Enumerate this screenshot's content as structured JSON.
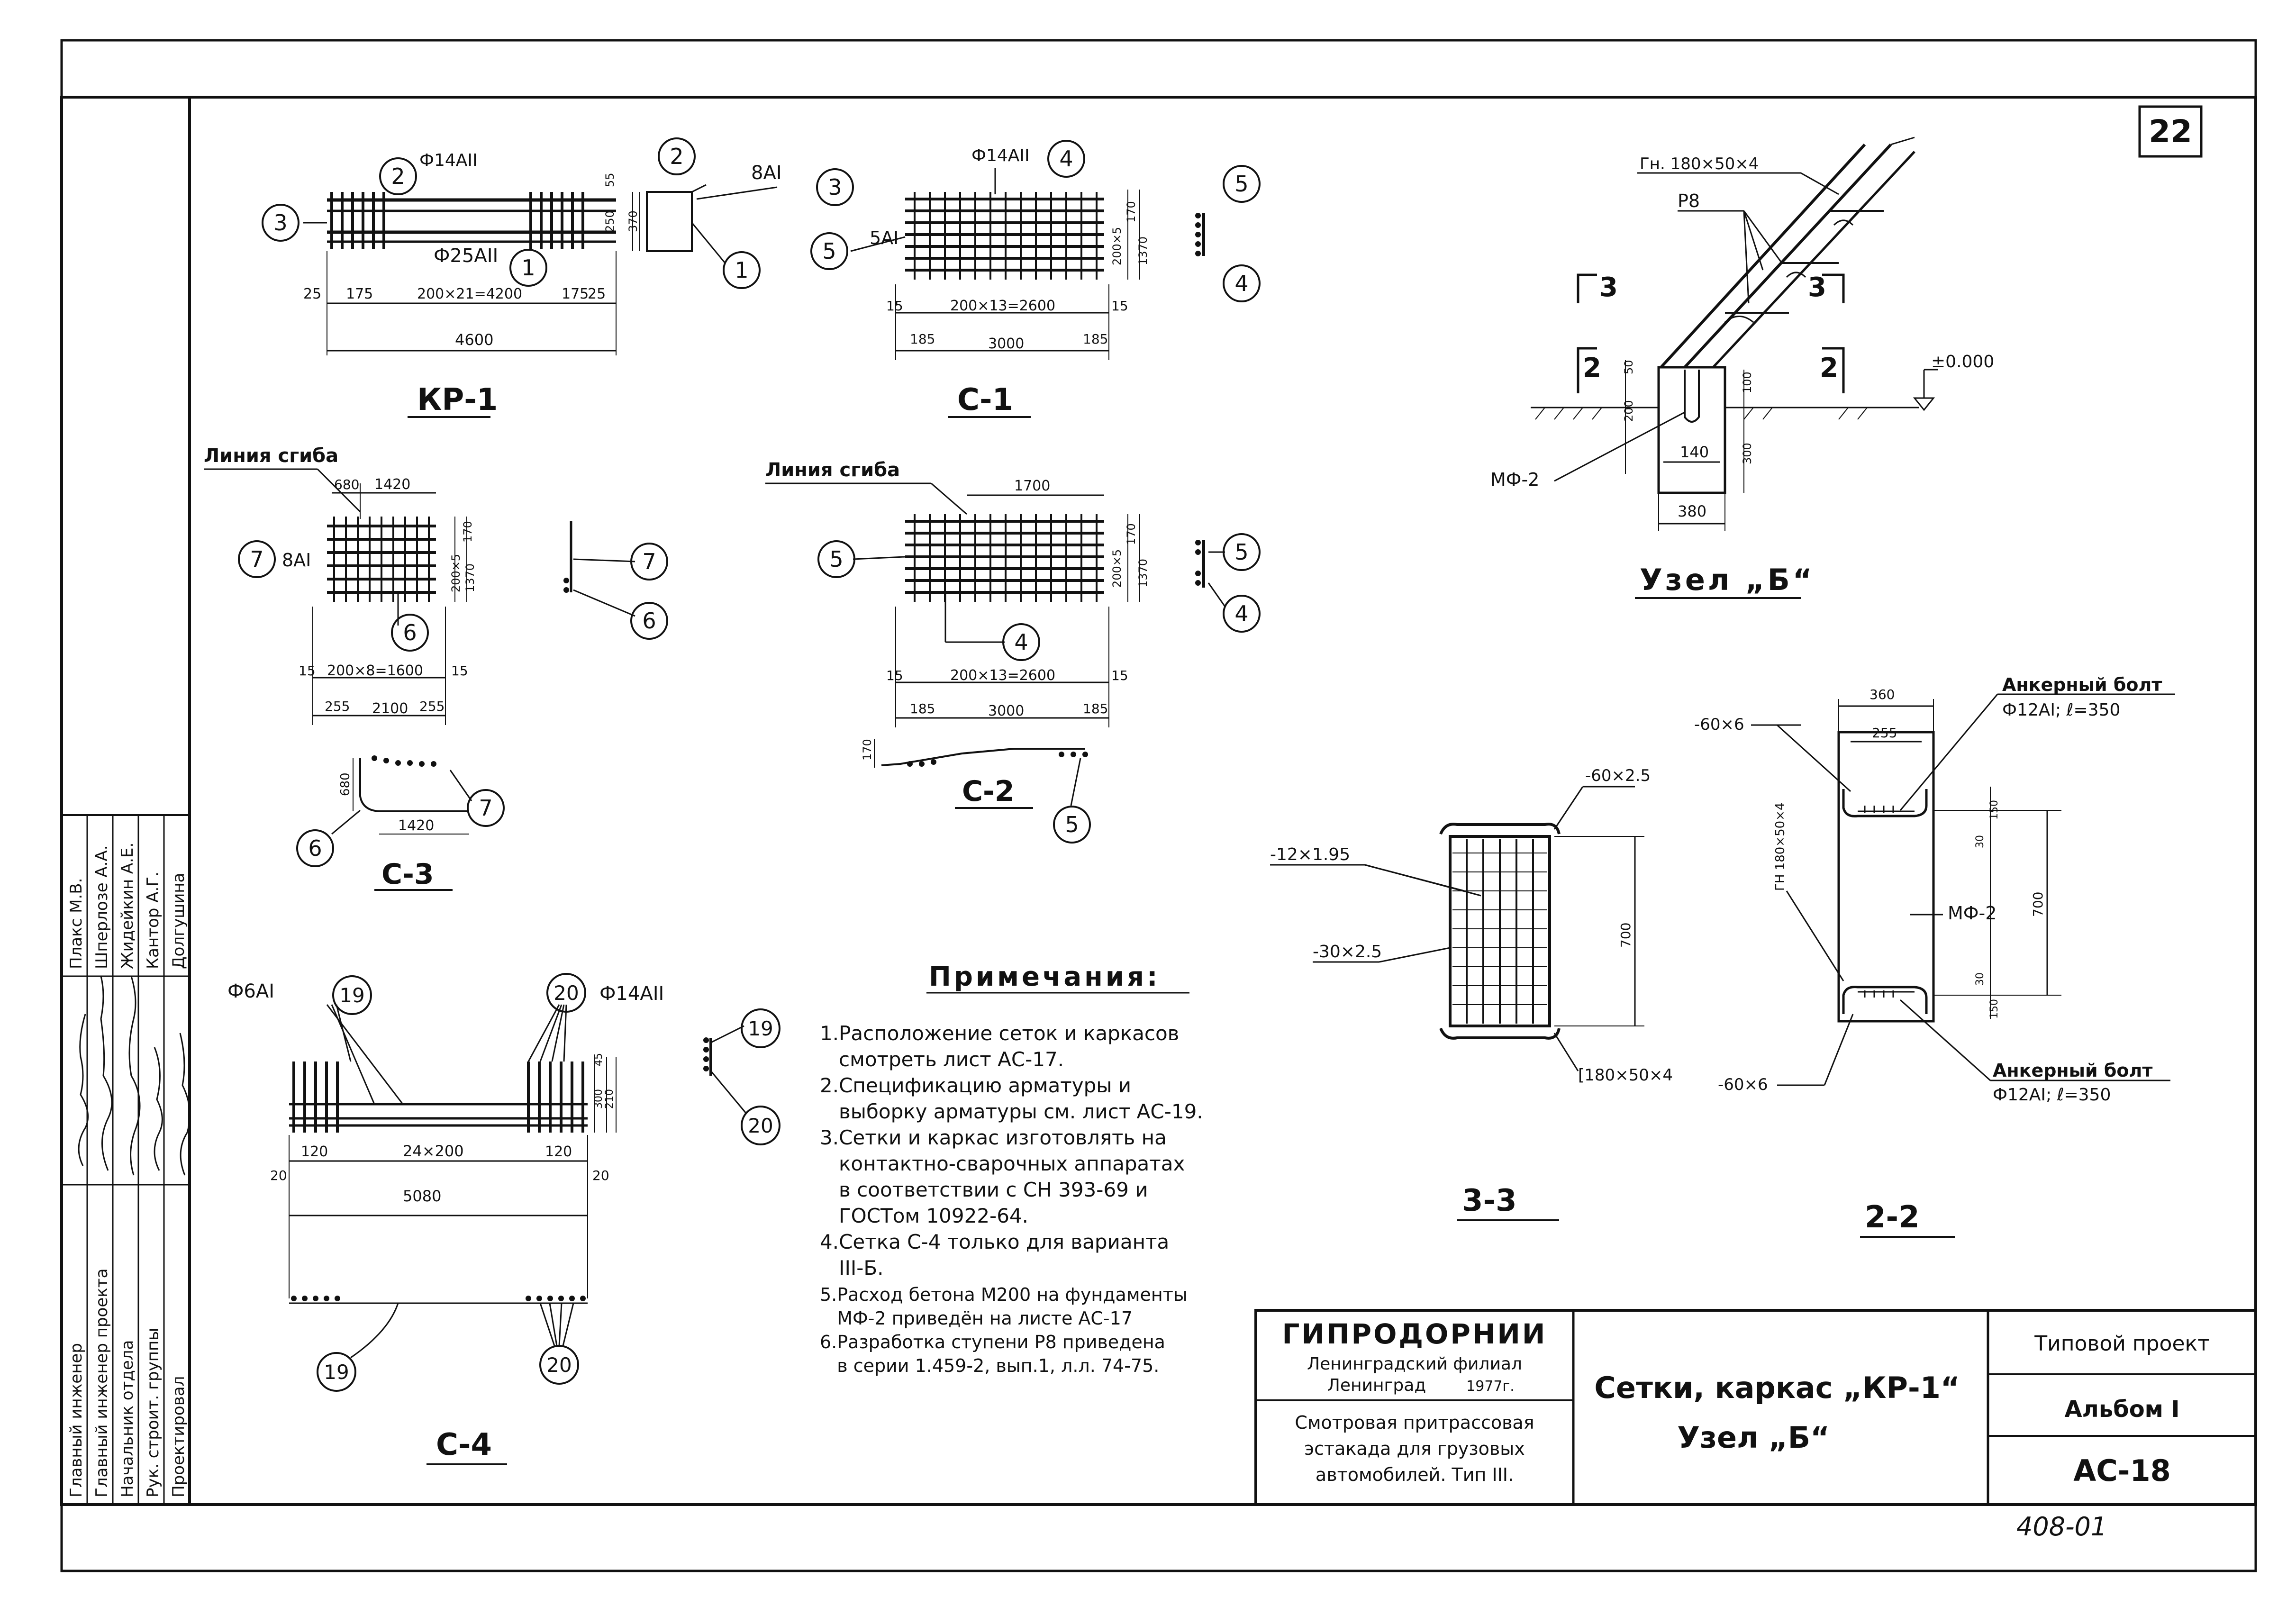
{
  "sheet": {
    "sheet_number": "22",
    "archive_code": "408-01"
  },
  "sign_block": {
    "roles": [
      "Главный инженер",
      "Главный инженер проекта",
      "Начальник отдела",
      "Рук. строит. группы",
      "Проектировал"
    ],
    "names": [
      "Плакс М.В.",
      "Шперлозе А.А.",
      "Жидейкин А.Е.",
      "Кантор А.Г.",
      "Долгушина"
    ]
  },
  "views": {
    "kp1": {
      "title": "КР-1",
      "bar_top": "Ф14АII",
      "bar_bottom": "Ф25АII",
      "stirrup": "8АI",
      "dim_spacing": "200×21=4200",
      "dim_175": "175",
      "dim_25": "25",
      "dim_total": "4600",
      "dim_55": "55",
      "dim_250": "250",
      "dim_370": "370",
      "marks": [
        "1",
        "2",
        "3"
      ]
    },
    "c1": {
      "title": "С-1",
      "bar_top": "Ф14АII",
      "bar_left": "5АI",
      "dim_spacing": "200×13=2600",
      "dim_15": "15",
      "dim_185": "185",
      "dim_total": "3000",
      "dim_v1": "200×5",
      "dim_v2": "170",
      "dim_v3": "1370",
      "marks": [
        "4",
        "5"
      ]
    },
    "c3": {
      "title": "С-3",
      "bend_line": "Линия сгиба",
      "bar": "8АI",
      "dim_680": "680",
      "dim_1420": "1420",
      "dim_spacing": "200×8=1600",
      "dim_15": "15",
      "dim_255": "255",
      "dim_total": "2100",
      "dim_v1": "200×5",
      "dim_v2": "170",
      "dim_v3": "1370",
      "marks": [
        "6",
        "7"
      ]
    },
    "c2": {
      "title": "С-2",
      "bend_line": "Линия сгиба",
      "dim_1700": "1700",
      "dim_spacing": "200×13=2600",
      "dim_15": "15",
      "dim_185": "185",
      "dim_total": "3000",
      "dim_v1": "200×5",
      "dim_v2": "170",
      "dim_v3": "1370",
      "dim_170": "170",
      "marks": [
        "4",
        "5"
      ]
    },
    "c4": {
      "title": "С-4",
      "bar_left": "Ф6АI",
      "bar_right": "Ф14АII",
      "dim_120": "120",
      "dim_spacing": "24×200",
      "dim_20": "20",
      "dim_total": "5080",
      "dim_v1": "300",
      "dim_v2": "210",
      "dim_v3": "45",
      "marks": [
        "19",
        "20"
      ]
    },
    "node_b": {
      "title": "Узел „Б“",
      "channel": "Гн. 180×50×4",
      "step": "Р8",
      "level": "±0.000",
      "foundation": "МФ-2",
      "dim_50": "50",
      "dim_200": "200",
      "dim_100": "100",
      "dim_300": "300",
      "dim_140": "140",
      "dim_380": "380",
      "cut3": "3",
      "cut2": "2"
    },
    "s33": {
      "title": "3-3",
      "plate_top": "-60×2.5",
      "strip": "-12×1.95",
      "plate_side": "-30×2.5",
      "channel": "[180×50×4",
      "dim_700": "700"
    },
    "s22": {
      "title": "2-2",
      "plate": "-60×6",
      "anchor_label": "Анкерный болт",
      "anchor_spec": "Ф12АI; ℓ=350",
      "foundation": "МФ-2",
      "channel": "ГН 180×50×4",
      "dim_360": "360",
      "dim_255": "255",
      "dim_150": "150",
      "dim_30": "30",
      "dim_700": "700"
    }
  },
  "notes": {
    "heading": "Примечания:",
    "lines": [
      "1.Расположение сеток и каркасов",
      "   смотреть лист АС-17.",
      "2.Спецификацию арматуры и",
      "   выборку арматуры см. лист АС-19.",
      "3.Сетки и каркас изготовлять на",
      "   контактно-сварочных аппаратах",
      "   в соответствии с СН 393-69 и",
      "   ГОСТом 10922-64.",
      "4.Сетка С-4 только для варианта",
      "   III-Б.",
      "5.Расход бетона М200 на фундаменты",
      "   МФ-2 приведён на листе АС-17",
      "6.Разработка ступени Р8 приведена",
      "   в серии 1.459-2, вып.1, л.л. 74-75."
    ]
  },
  "title_block": {
    "org_name": "ГИПРОДОРНИИ",
    "org_branch": "Ленинградский филиал",
    "org_city": "Ленинград",
    "org_year": "1977г.",
    "object_lines": [
      "Смотровая притрассовая",
      "эстакада для грузовых",
      "автомобилей. Тип III."
    ],
    "sheet_title_1": "Сетки, каркас „КР-1“",
    "sheet_title_2": "Узел „Б“",
    "project_type": "Типовой проект",
    "album": "Альбом I",
    "sheet_code": "АС-18"
  }
}
